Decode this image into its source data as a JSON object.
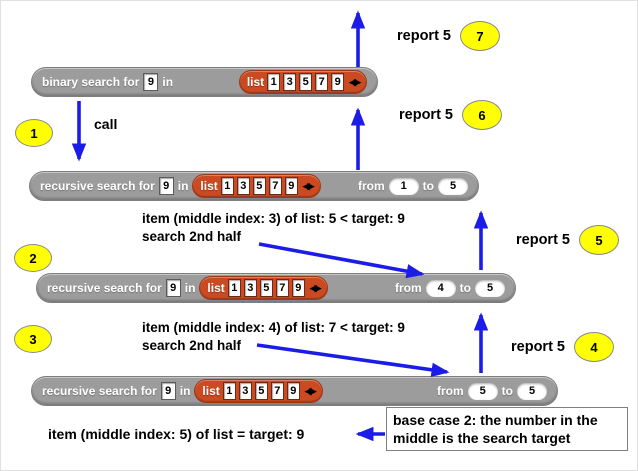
{
  "blocks": {
    "binary": {
      "title": "binary search for",
      "target": "9",
      "in_label": "in",
      "list": {
        "label": "list",
        "items": [
          "1",
          "3",
          "5",
          "7",
          "9"
        ],
        "nav": "◀▶"
      }
    },
    "rec1": {
      "title": "recursive search for",
      "target": "9",
      "in_label": "in",
      "list": {
        "label": "list",
        "items": [
          "1",
          "3",
          "5",
          "7",
          "9"
        ],
        "nav": "◀▶"
      },
      "from_label": "from",
      "from": "1",
      "to_label": "to",
      "to": "5"
    },
    "rec2": {
      "title": "recursive search for",
      "target": "9",
      "in_label": "in",
      "list": {
        "label": "list",
        "items": [
          "1",
          "3",
          "5",
          "7",
          "9"
        ],
        "nav": "◀▶"
      },
      "from_label": "from",
      "from": "4",
      "to_label": "to",
      "to": "5"
    },
    "rec3": {
      "title": "recursive search for",
      "target": "9",
      "in_label": "in",
      "list": {
        "label": "list",
        "items": [
          "1",
          "3",
          "5",
          "7",
          "9"
        ],
        "nav": "◀▶"
      },
      "from_label": "from",
      "from": "5",
      "to_label": "to",
      "to": "5"
    }
  },
  "labels": {
    "call": "call"
  },
  "notes": {
    "step1_line1": "item (middle index: 3) of list: 5 < target: 9",
    "step1_line2": "search 2nd half",
    "step2_line1": "item (middle index: 4) of list: 7 < target: 9",
    "step2_line2": "search 2nd half",
    "base_line": "item (middle index: 5) of list = target: 9",
    "base_case_box": "base case 2: the number in the middle is the search target"
  },
  "reports": {
    "r7": {
      "label": "report 5",
      "step": "7"
    },
    "r6": {
      "label": "report 5",
      "step": "6"
    },
    "r5": {
      "label": "report 5",
      "step": "5"
    },
    "r4": {
      "label": "report 5",
      "step": "4"
    }
  },
  "steps": {
    "s1": "1",
    "s2": "2",
    "s3": "3"
  },
  "colors": {
    "block_gray": "#9c9c9c",
    "list_red": "#cb4a21",
    "arrow_blue": "#1c1ce8",
    "badge_yellow": "#ffff00"
  }
}
